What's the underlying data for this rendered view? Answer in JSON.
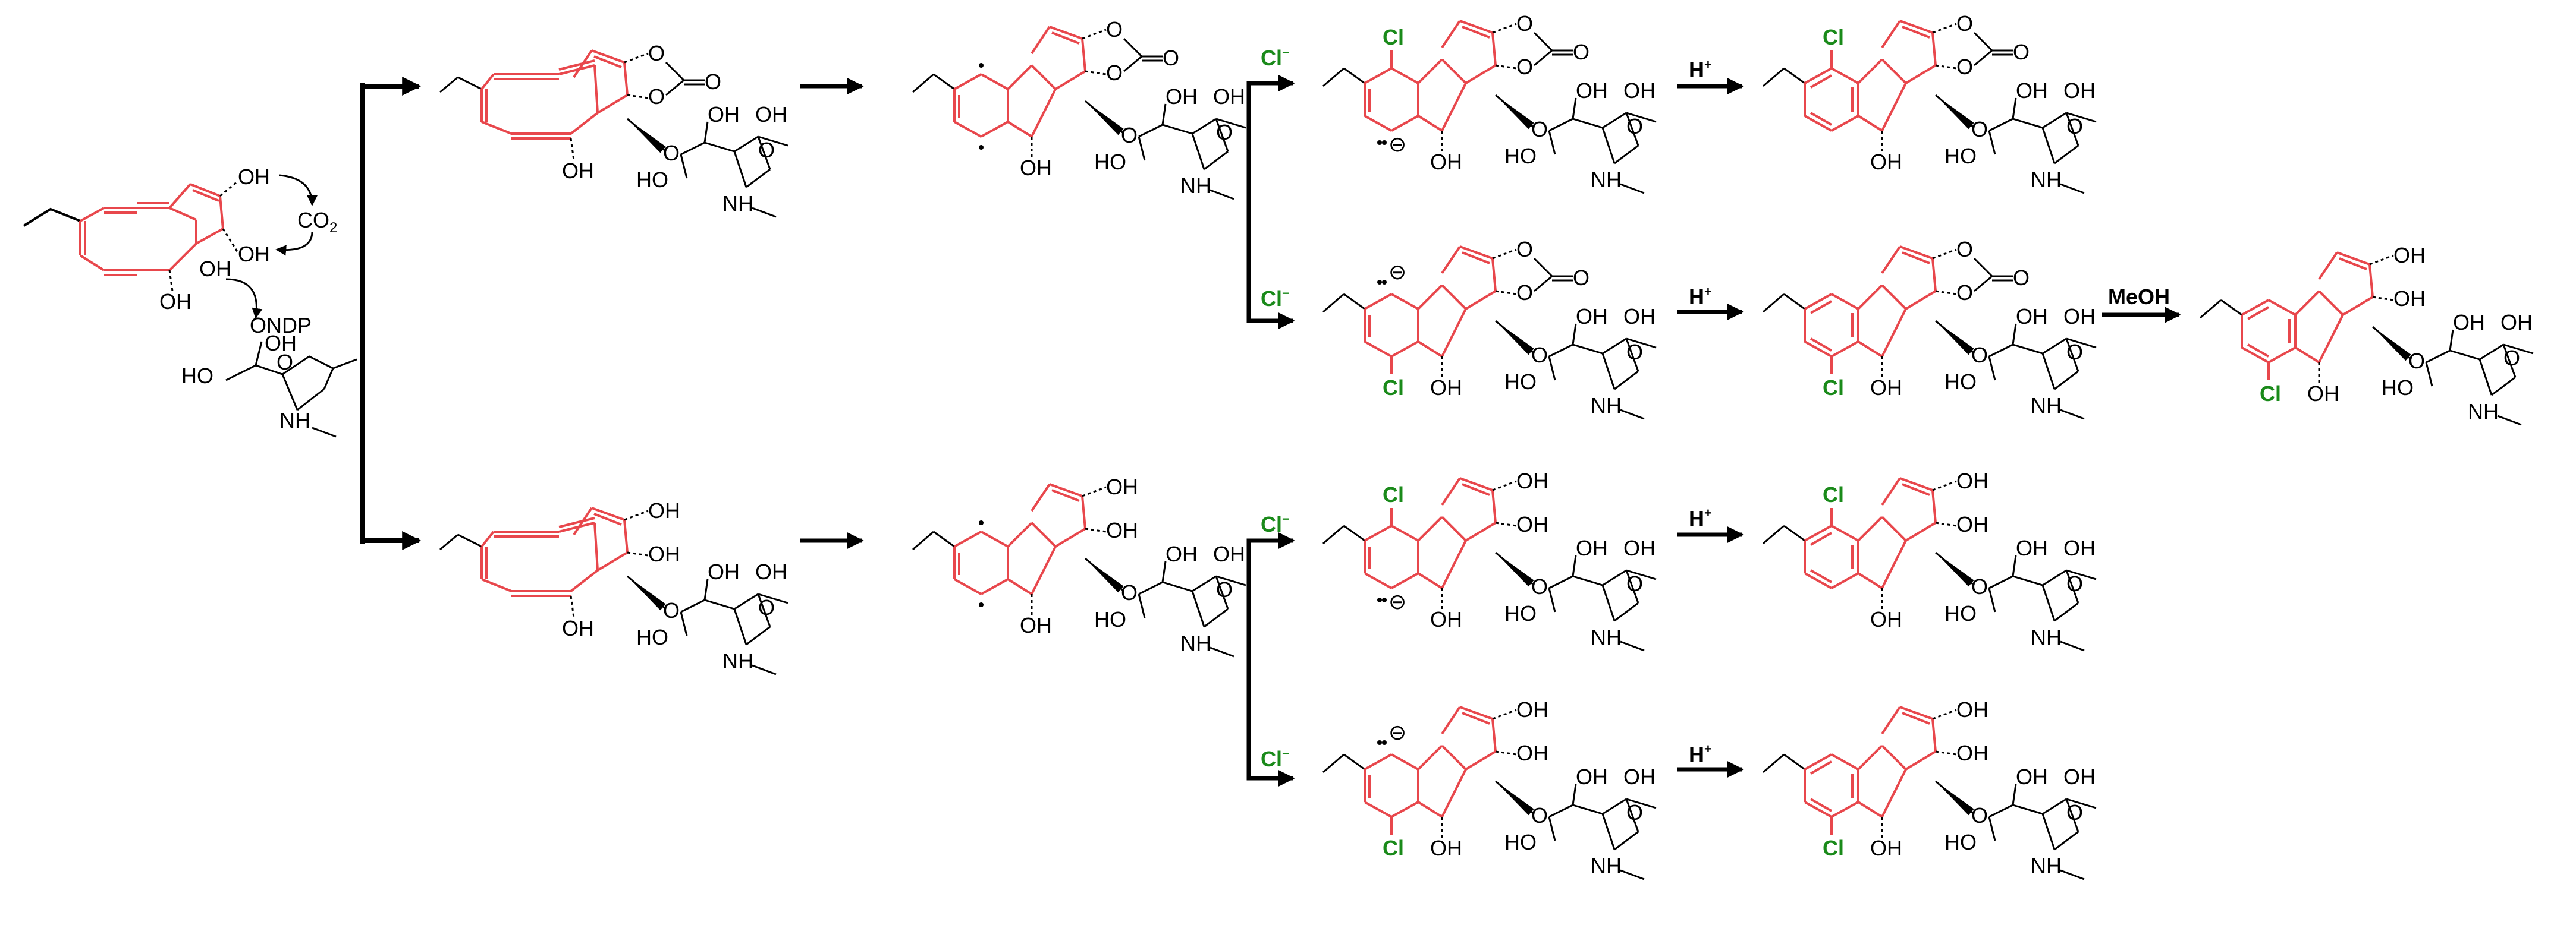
{
  "labels": {
    "oh": "OH",
    "ho": "HO",
    "o": "O",
    "onDP": "ONDP",
    "nh": "NH",
    "co2": "CO",
    "co2_sub": "2",
    "cl": "Cl",
    "h": "H",
    "h_sup": "+",
    "chloride": "Cl",
    "chloride_sup": "−",
    "meoh": "MeOH",
    "minus": "⊖"
  },
  "colors": {
    "core": "#e8474c",
    "skeleton": "#000000",
    "chlorine": "#1a8a1a",
    "arrow": "#000000"
  }
}
